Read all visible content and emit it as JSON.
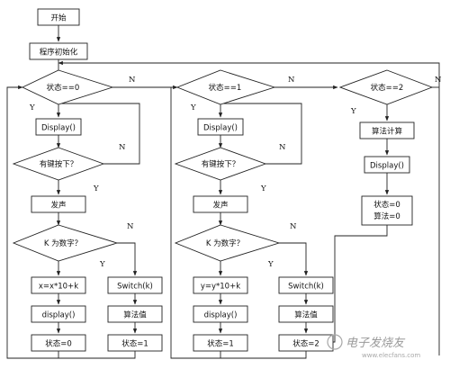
{
  "nodes": {
    "start": "开始",
    "init": "程序初始化",
    "state0": "状态==0",
    "state1": "状态==1",
    "state2": "状态==2",
    "display_a": "Display()",
    "display_b": "Display()",
    "key_a": "有键按下？",
    "key_b": "有键按下？",
    "sound_a": "发声",
    "sound_b": "发声",
    "isnum_a": "K 为数字？",
    "isnum_b": "K 为数字？",
    "xcalc": "x=x*10+k",
    "ycalc": "y=y*10+k",
    "switch_a": "Switch(k)",
    "switch_b": "Switch(k)",
    "disp_small_a": "display()",
    "disp_small_b": "display()",
    "algo_val_a": "算法值",
    "algo_val_b": "算法值",
    "set0": "状态=0",
    "set1_a": "状态=1",
    "set1_b": "状态=1",
    "set2": "状态=2",
    "algo_calc": "算法计算",
    "display_c": "Display()",
    "final_state": "状态=0",
    "final_algo": "算法=0"
  },
  "edge_labels": {
    "yes": "Y",
    "no": "N"
  },
  "watermark": {
    "main": "电子发烧友",
    "sub": "www.elecfans.com"
  }
}
